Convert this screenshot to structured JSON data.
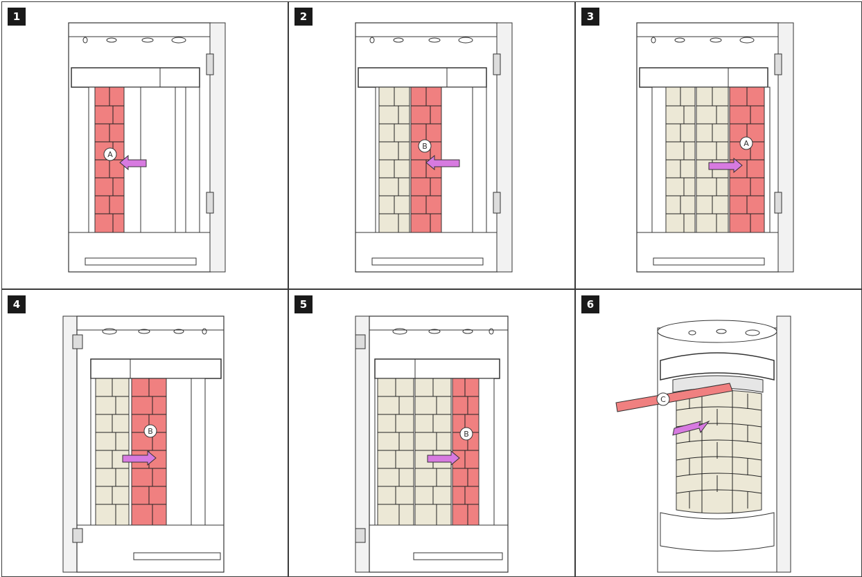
{
  "panels": [
    {
      "step": "1",
      "callout": "A"
    },
    {
      "step": "2",
      "callout": "B"
    },
    {
      "step": "3",
      "callout": "A"
    },
    {
      "step": "4",
      "callout": "B"
    },
    {
      "step": "5",
      "callout": "B"
    },
    {
      "step": "6",
      "callout": "C"
    }
  ],
  "colors": {
    "brick_red": "#f08080",
    "brick_cream": "#ece8d6",
    "arrow": "#d77ae0",
    "line": "#222222",
    "badge": "#1a1a1a"
  }
}
